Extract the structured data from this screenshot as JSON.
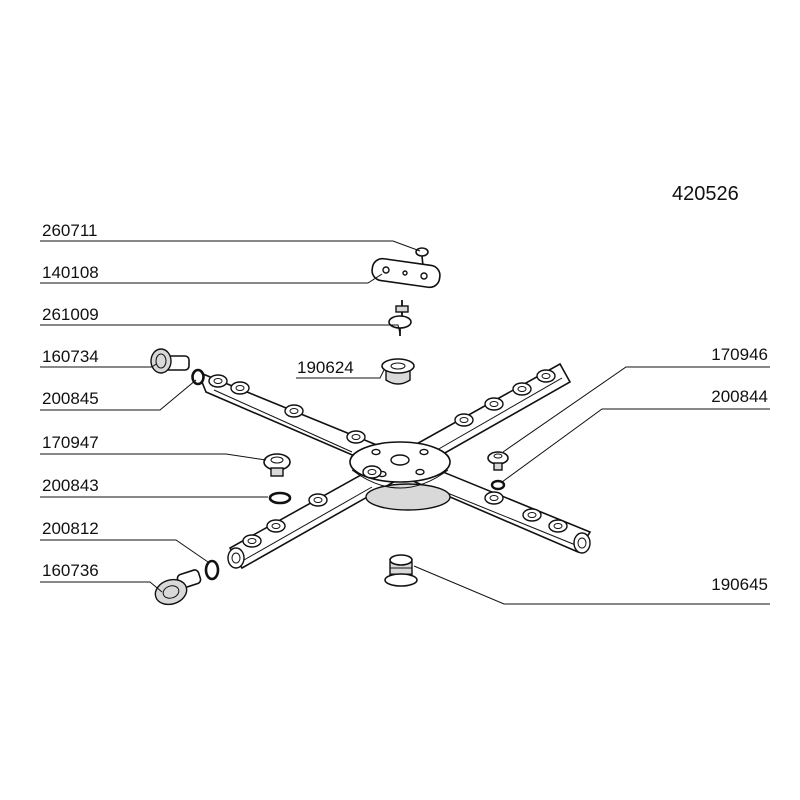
{
  "drawing": {
    "number": "420526"
  },
  "callouts": [
    {
      "id": "c260711",
      "part": "260711"
    },
    {
      "id": "c140108",
      "part": "140108"
    },
    {
      "id": "c261009",
      "part": "261009"
    },
    {
      "id": "c160734",
      "part": "160734"
    },
    {
      "id": "c190624",
      "part": "190624"
    },
    {
      "id": "c200845",
      "part": "200845"
    },
    {
      "id": "c170947",
      "part": "170947"
    },
    {
      "id": "c200843",
      "part": "200843"
    },
    {
      "id": "c200812",
      "part": "200812"
    },
    {
      "id": "c160736",
      "part": "160736"
    },
    {
      "id": "c170946",
      "part": "170946"
    },
    {
      "id": "c200844",
      "part": "200844"
    },
    {
      "id": "c190645",
      "part": "190645"
    }
  ]
}
